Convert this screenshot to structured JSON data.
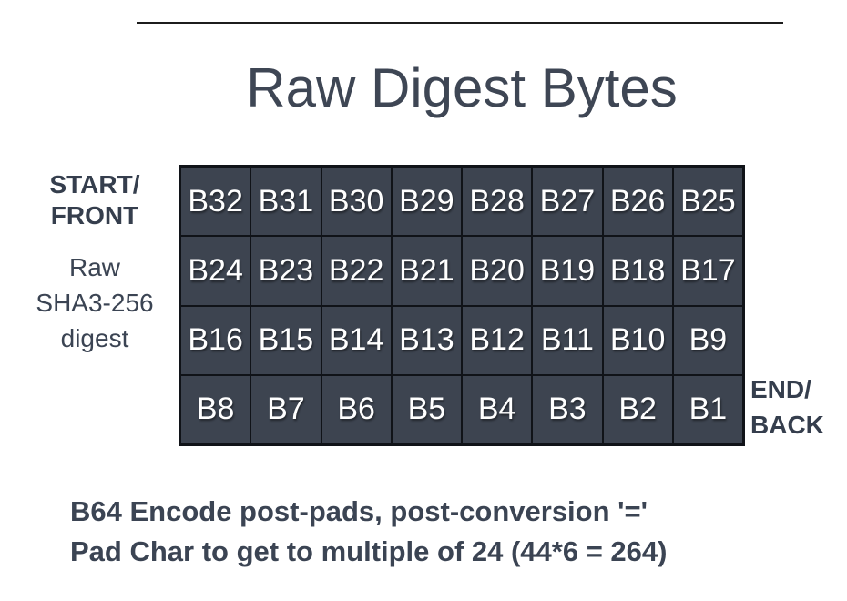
{
  "title": "Raw Digest Bytes",
  "labels": {
    "start_front": "START/\nFRONT",
    "digest": "Raw\nSHA3-256\ndigest",
    "end_back": "END/\nBACK"
  },
  "grid": {
    "rows": [
      [
        "B32",
        "B31",
        "B30",
        "B29",
        "B28",
        "B27",
        "B26",
        "B25"
      ],
      [
        "B24",
        "B23",
        "B22",
        "B21",
        "B20",
        "B19",
        "B18",
        "B17"
      ],
      [
        "B16",
        "B15",
        "B14",
        "B13",
        "B12",
        "B11",
        "B10",
        "B9"
      ],
      [
        "B8",
        "B7",
        "B6",
        "B5",
        "B4",
        "B3",
        "B2",
        "B1"
      ]
    ]
  },
  "caption": "B64 Encode post-pads, post-conversion '='\nPad Char to get to multiple of 24 (44*6 = 264)",
  "colors": {
    "cell_fill": "#3d4450",
    "cell_border": "#101318",
    "cell_text": "#ffffff",
    "heading_text": "#3e4654",
    "label_text": "#353e4d",
    "rule": "#1c1c1c"
  }
}
